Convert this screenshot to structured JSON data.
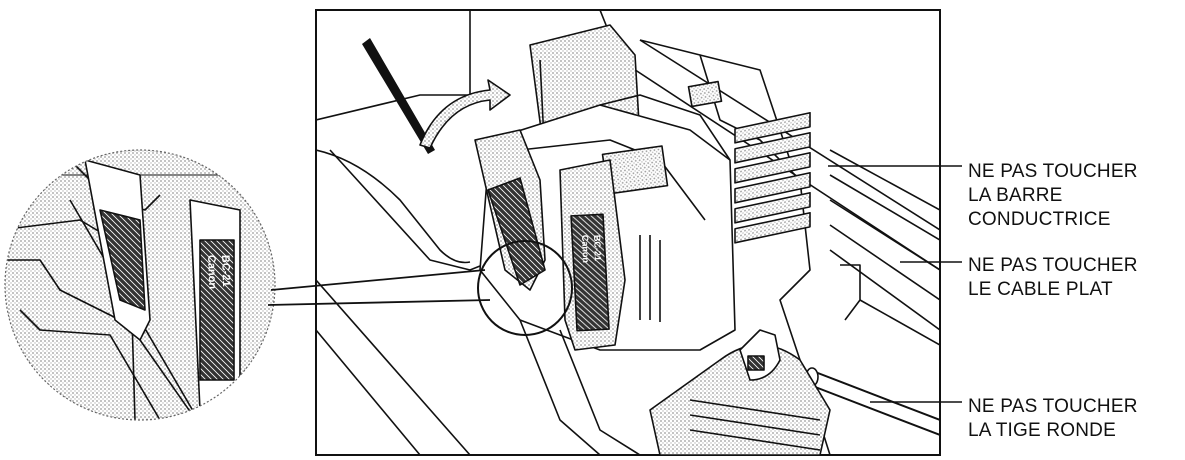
{
  "callouts": [
    {
      "lines": [
        "NE PAS TOUCHER",
        "LA BARRE",
        "CONDUCTRICE"
      ]
    },
    {
      "lines": [
        "NE PAS TOUCHER",
        "LE CABLE PLAT"
      ]
    },
    {
      "lines": [
        "NE PAS TOUCHER",
        "LA TIGE RONDE"
      ]
    }
  ],
  "cartridge_label_lines": [
    "Canon",
    "BC-21"
  ],
  "colors": {
    "ink": "#111111",
    "shade": "#bdbdbd",
    "panel_bg": "#ffffff"
  }
}
